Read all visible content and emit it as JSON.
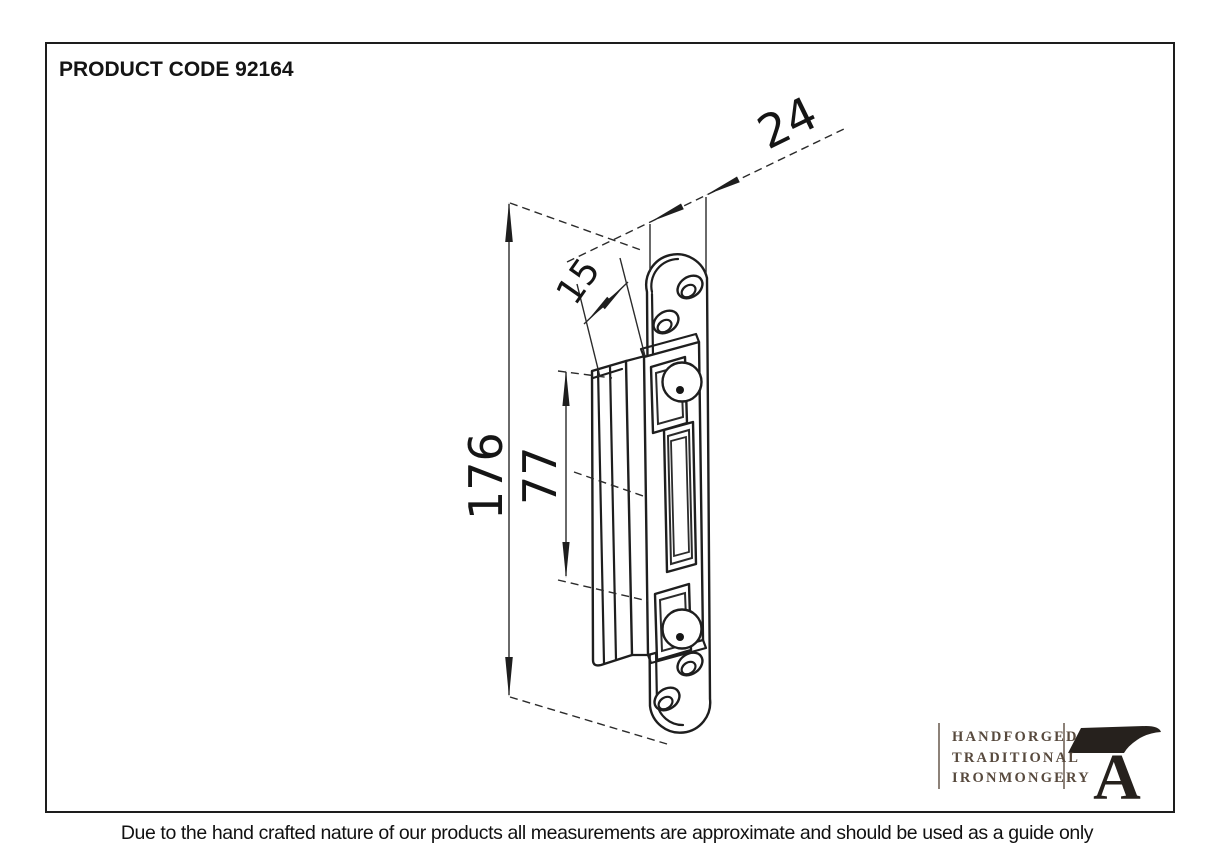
{
  "header": {
    "product_code_label": "PRODUCT CODE 92164"
  },
  "drawing": {
    "type": "technical_line_drawing",
    "subject": "offset door keep / strike plate, isometric view with countersunk screw holes, latch slot and bent lip",
    "dimensions": {
      "overall_height": "176",
      "keep_height": "77",
      "plate_width": "24",
      "lip_depth": "15"
    }
  },
  "logo": {
    "lines": [
      "HANDFORGED",
      "TRADITIONAL",
      "IRONMONGERY"
    ],
    "icon": "anvil-a-monogram"
  },
  "footer": {
    "disclaimer": "Due to the hand crafted nature of our products all measurements are approximate and should be used as a guide only"
  },
  "colors": {
    "ink": "#1e1e1e",
    "logo_text": "#57493d",
    "logo_mark": "#26211d",
    "background": "#ffffff"
  }
}
